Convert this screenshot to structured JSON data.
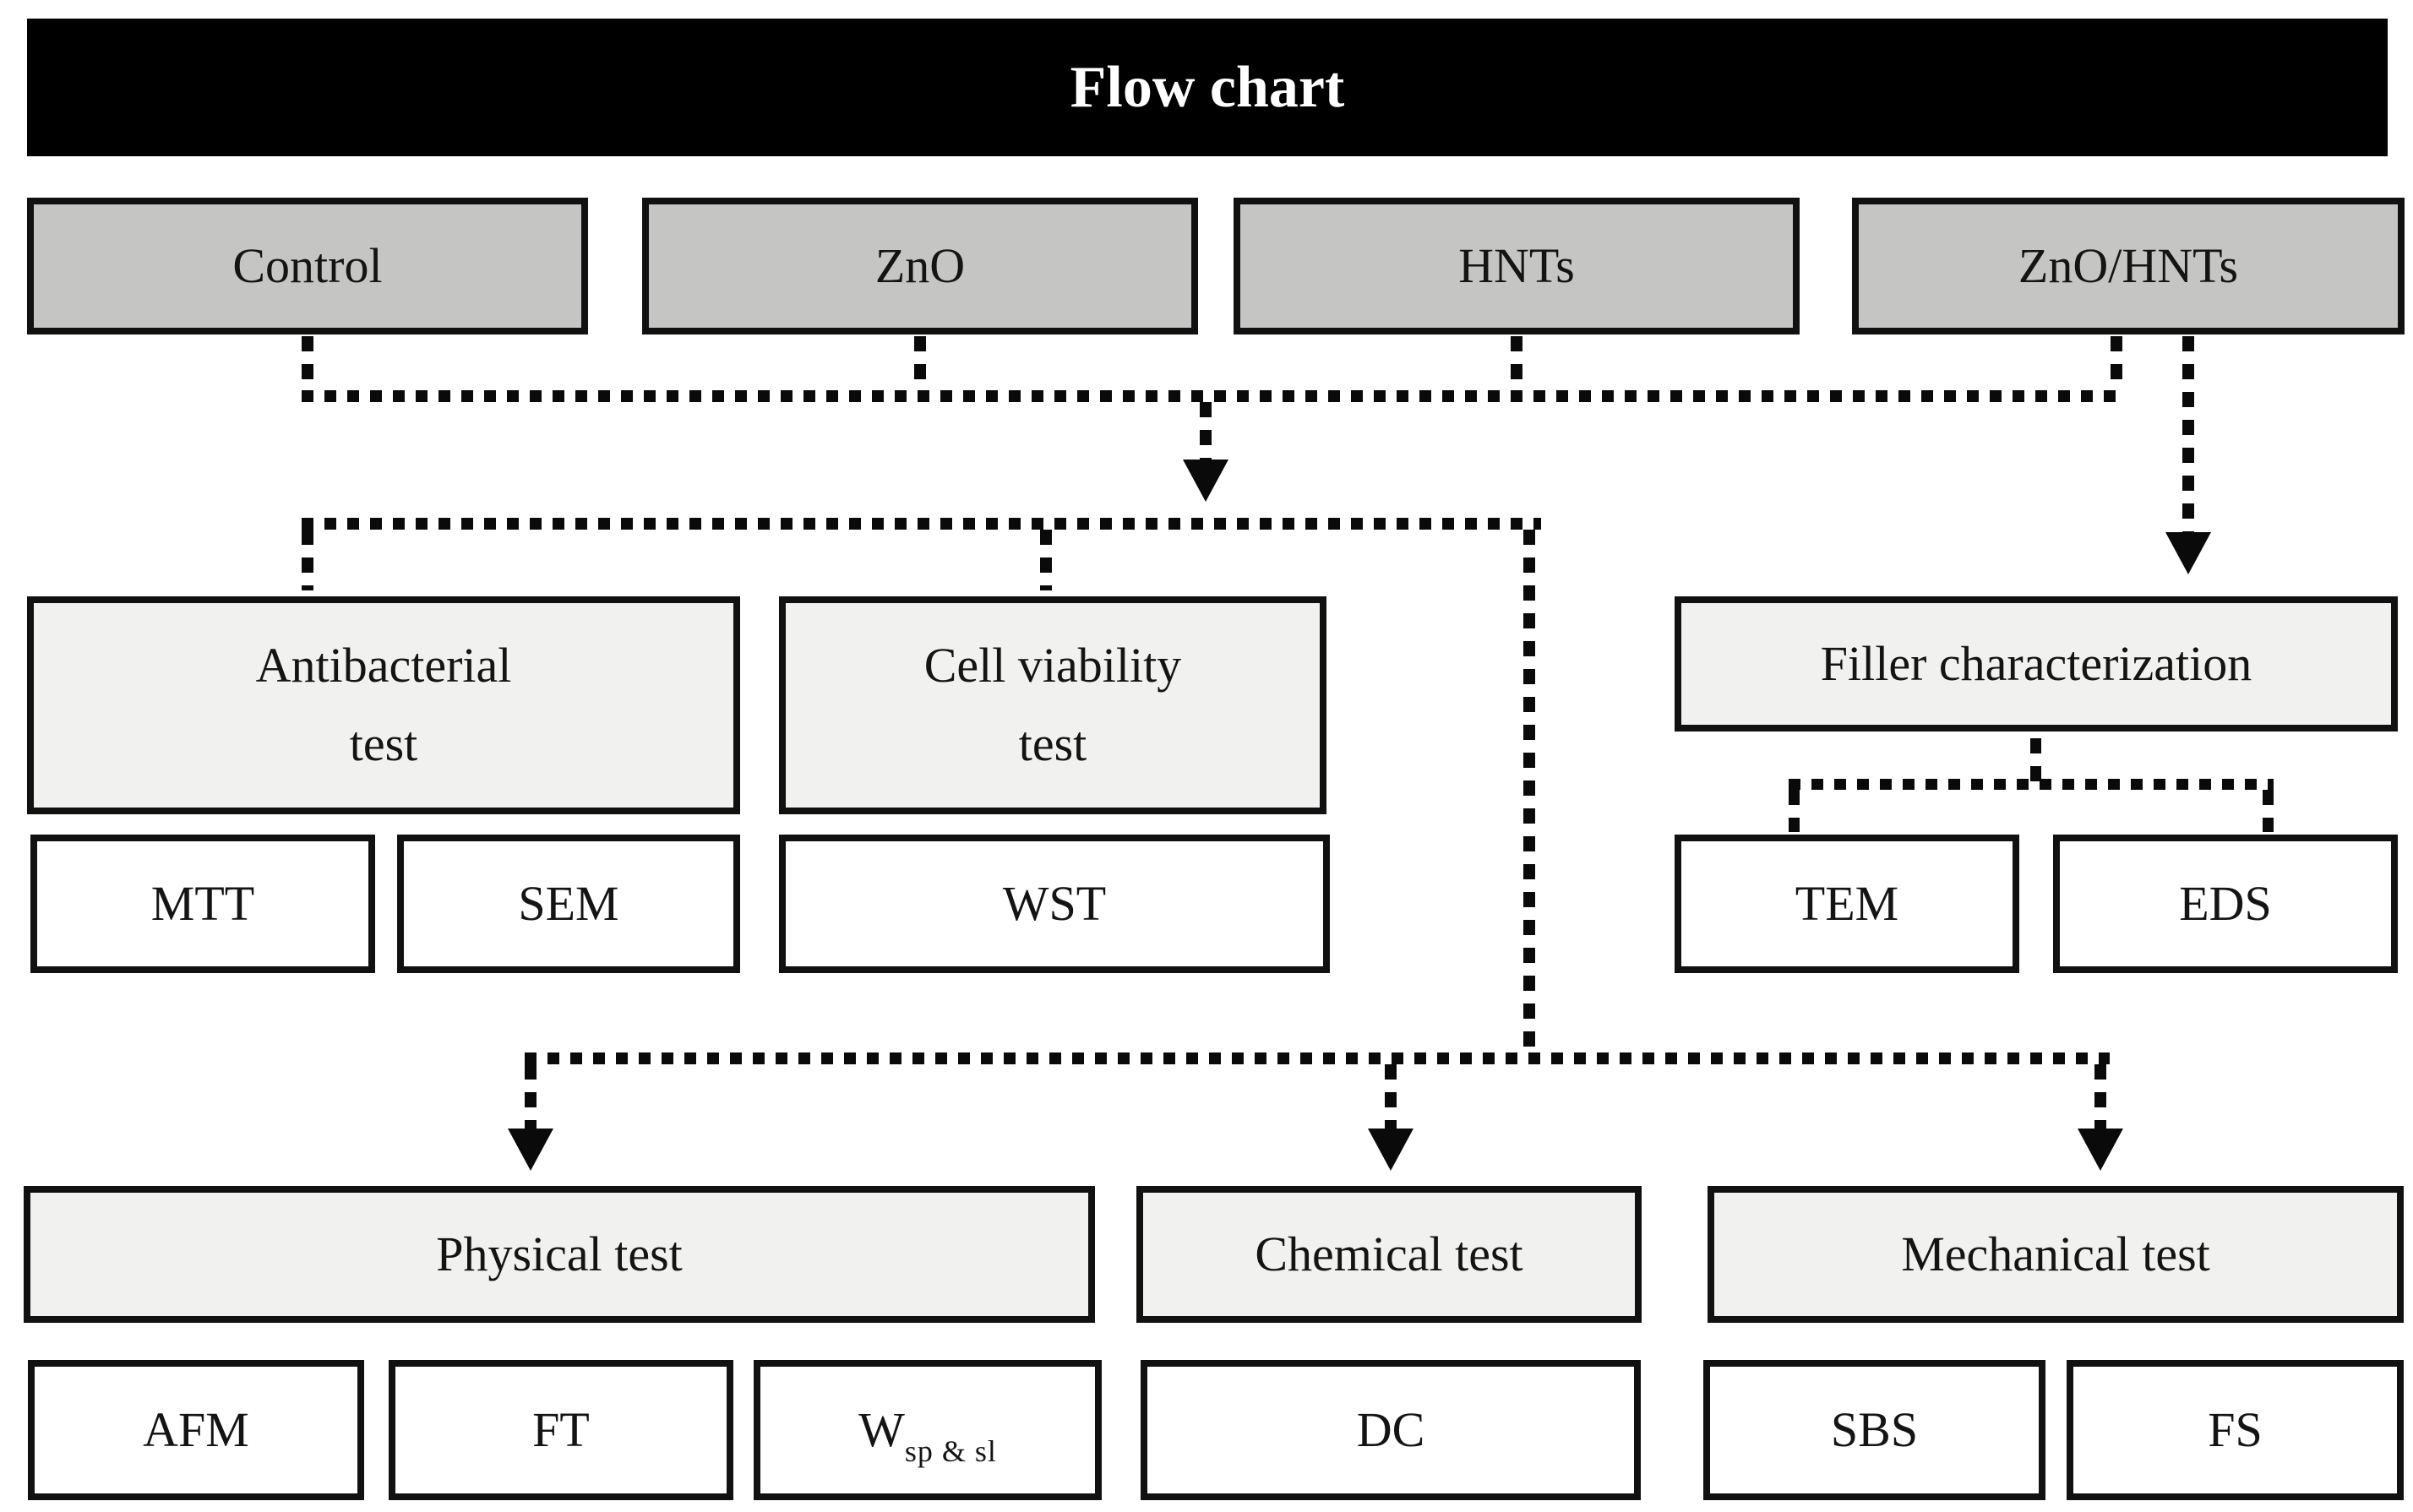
{
  "banner": {
    "title": "Flow chart"
  },
  "colors": {
    "banner_bg": "#000000",
    "banner_text": "#ffffff",
    "material_fill": "#c5c5c3",
    "category_fill": "#f1f1ef",
    "leaf_fill": "#ffffff",
    "box_border": "#111111",
    "connector": "#0a0a0a",
    "page_bg": "#ffffff",
    "text": "#141414"
  },
  "materials": [
    {
      "label": "Control"
    },
    {
      "label": "ZnO"
    },
    {
      "label": "HNTs"
    },
    {
      "label": "ZnO/HNTs"
    }
  ],
  "tests": {
    "antibacterial": {
      "line1": "Antibacterial",
      "line2": "test"
    },
    "cell_viability": {
      "line1": "Cell viability",
      "line2": "test"
    },
    "filler": {
      "label": "Filler characterization"
    },
    "physical": {
      "label": "Physical test"
    },
    "chemical": {
      "label": "Chemical test"
    },
    "mechanical": {
      "label": "Mechanical test"
    }
  },
  "methods": {
    "mtt": "MTT",
    "sem": "SEM",
    "wst": "WST",
    "tem": "TEM",
    "eds": "EDS",
    "afm": "AFM",
    "ft": "FT",
    "water_main": "W",
    "water_sub": "sp & sl",
    "dc": "DC",
    "sbs": "SBS",
    "fs": "FS"
  }
}
